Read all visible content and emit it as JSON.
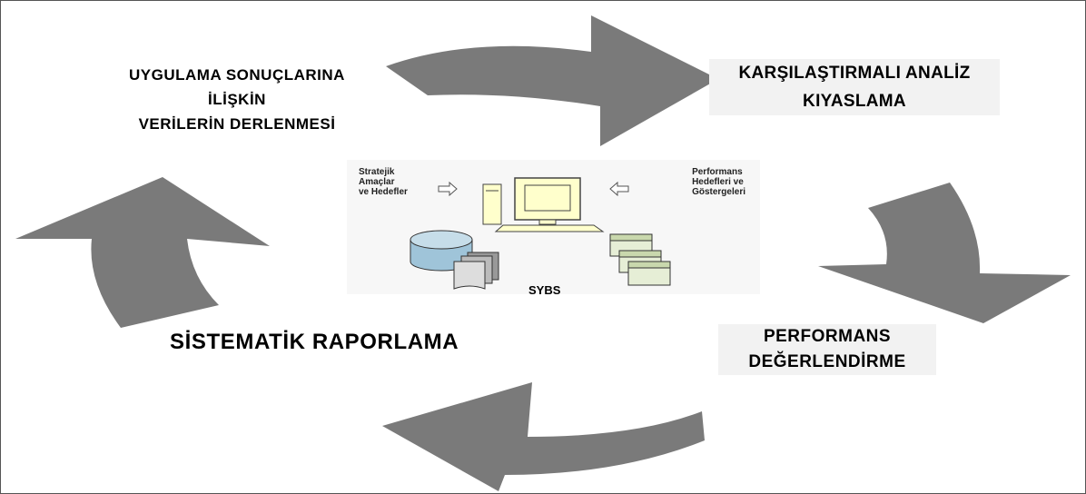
{
  "labels": {
    "collection": [
      "UYGULAMA SONUÇLARINA",
      "İLİŞKİN",
      "VERİLERİN DERLENMESİ"
    ],
    "analysis": [
      "KARŞILAŞTIRMALI ANALİZ",
      "KIYASLAMA"
    ],
    "reporting": "SİSTEMATİK RAPORLAMA",
    "performance": [
      "PERFORMANS",
      "DEĞERLENDİRME"
    ]
  },
  "center": {
    "strategic": [
      "Stratejik",
      "Amaçlar",
      "ve Hedefler"
    ],
    "perf_targets": [
      "Performans",
      "Hedefleri ve",
      "Göstergeleri"
    ],
    "system": "SYBS"
  },
  "colors": {
    "arrow": "#7a7a7a",
    "monitor": "#ffffcc",
    "database": "#9fc4d9"
  }
}
